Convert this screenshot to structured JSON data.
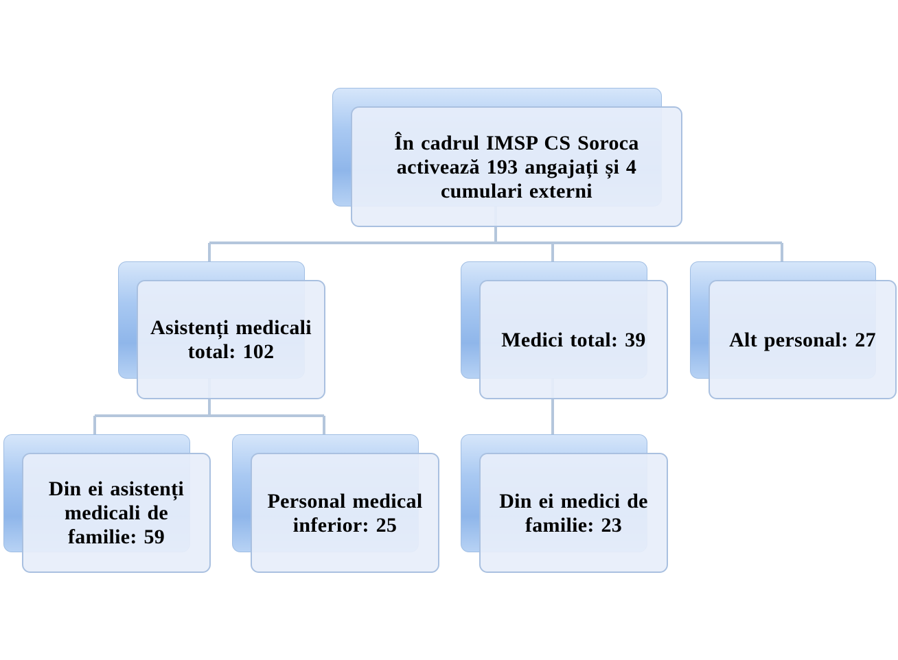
{
  "diagram": {
    "nodes": [
      {
        "id": "root",
        "name": "node-root",
        "text": "În cadrul IMSP CS Soroca activează 193 angajați și 4 cumulari externi"
      },
      {
        "id": "nurses",
        "name": "node-nurses-total",
        "text": "Asistenți medicali total: 102"
      },
      {
        "id": "doctors",
        "name": "node-doctors-total",
        "text": "Medici total: 39"
      },
      {
        "id": "other",
        "name": "node-other-staff",
        "text": "Alt personal: 27"
      },
      {
        "id": "family-nurses",
        "name": "node-family-nurses",
        "text": "Din ei asistenți medicali de familie: 59"
      },
      {
        "id": "junior-staff",
        "name": "node-junior-medical-staff",
        "text": "Personal medical inferior: 25"
      },
      {
        "id": "family-doctors",
        "name": "node-family-doctors",
        "text": "Din ei medici de familie: 23"
      }
    ],
    "edges": [
      {
        "from": "root",
        "to": "nurses"
      },
      {
        "from": "root",
        "to": "doctors"
      },
      {
        "from": "root",
        "to": "other"
      },
      {
        "from": "nurses",
        "to": "family-nurses"
      },
      {
        "from": "nurses",
        "to": "junior-staff"
      },
      {
        "from": "doctors",
        "to": "family-doctors"
      }
    ],
    "colors": {
      "connector": "#b4c6dc",
      "box_fill": "#e7eefa",
      "box_border": "#a9c0e0",
      "back_fill": "#a9c9f2"
    }
  }
}
